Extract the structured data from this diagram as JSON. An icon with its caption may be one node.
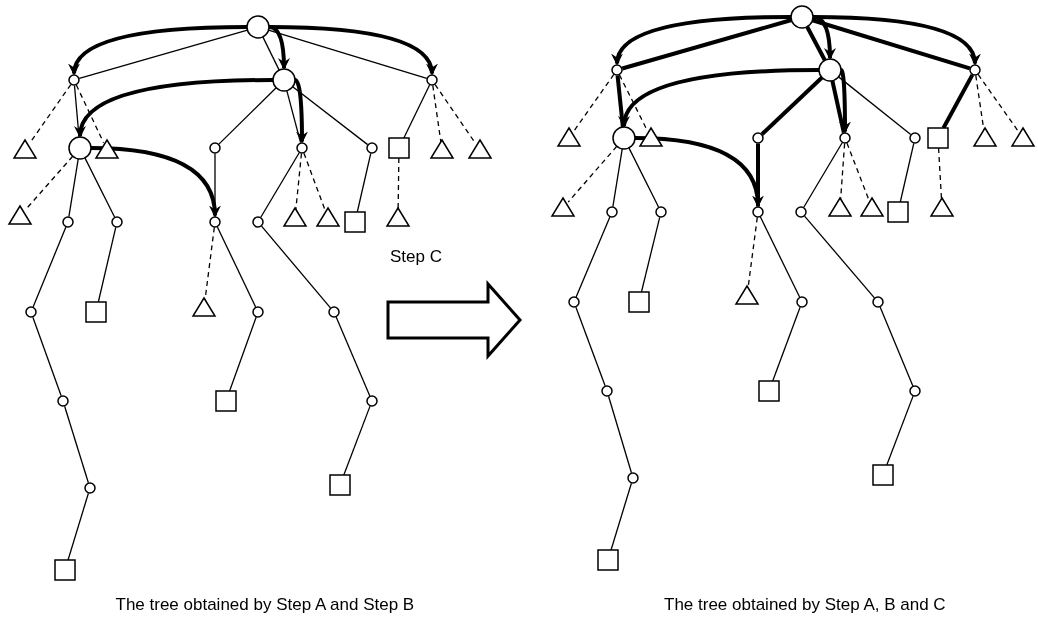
{
  "diagram": {
    "nodes": [
      {
        "text": [],
        "shape": "circle"
      },
      {
        "text": [],
        "shape": "circle"
      },
      {
        "text": [],
        "shape": "circle"
      },
      {
        "text": [],
        "shape": "circle"
      },
      {
        "text": [],
        "shape": "triangle"
      },
      {
        "text": [],
        "shape": "circle"
      },
      {
        "text": [],
        "shape": "triangle"
      },
      {
        "text": [],
        "shape": "circle"
      },
      {
        "text": [],
        "shape": "circle"
      },
      {
        "text": [],
        "shape": "circle"
      },
      {
        "text": [],
        "shape": "square"
      },
      {
        "text": [],
        "shape": "triangle"
      },
      {
        "text": [],
        "shape": "triangle"
      },
      {
        "text": [],
        "shape": "triangle"
      },
      {
        "text": [],
        "shape": "circle"
      },
      {
        "text": [],
        "shape": "circle"
      },
      {
        "text": [],
        "shape": "circle"
      },
      {
        "text": [],
        "shape": "circle"
      },
      {
        "text": [],
        "shape": "triangle"
      },
      {
        "text": [],
        "shape": "triangle"
      },
      {
        "text": [],
        "shape": "square"
      },
      {
        "text": [],
        "shape": "triangle"
      },
      {
        "text": [],
        "shape": "circle"
      },
      {
        "text": [],
        "shape": "square"
      },
      {
        "text": [],
        "shape": "triangle"
      },
      {
        "text": [],
        "shape": "circle"
      },
      {
        "text": [],
        "shape": "circle"
      },
      {
        "text": [],
        "shape": "circle"
      },
      {
        "text": [],
        "shape": "square"
      },
      {
        "text": [],
        "shape": "circle"
      },
      {
        "text": [],
        "shape": "circle"
      },
      {
        "text": [],
        "shape": "square"
      },
      {
        "text": [],
        "shape": "square"
      },
      {
        "text": [],
        "shape": "circle"
      },
      {
        "text": [],
        "shape": "circle"
      },
      {
        "text": [],
        "shape": "circle"
      },
      {
        "text": [],
        "shape": "circle"
      },
      {
        "text": [],
        "shape": "triangle"
      },
      {
        "text": [],
        "shape": "circle"
      },
      {
        "text": [],
        "shape": "triangle"
      },
      {
        "text": [],
        "shape": "circle"
      },
      {
        "text": [],
        "shape": "circle"
      },
      {
        "text": [],
        "shape": "circle"
      },
      {
        "text": [],
        "shape": "square"
      },
      {
        "text": [],
        "shape": "triangle"
      },
      {
        "text": [],
        "shape": "triangle"
      },
      {
        "text": [],
        "shape": "triangle"
      },
      {
        "text": [],
        "shape": "circle"
      },
      {
        "text": [],
        "shape": "circle"
      },
      {
        "text": [],
        "shape": "circle"
      },
      {
        "text": [],
        "shape": "circle"
      },
      {
        "text": [],
        "shape": "triangle"
      },
      {
        "text": [],
        "shape": "triangle"
      },
      {
        "text": [],
        "shape": "square"
      },
      {
        "text": [],
        "shape": "triangle"
      },
      {
        "text": [],
        "shape": "circle"
      },
      {
        "text": [],
        "shape": "square"
      },
      {
        "text": [],
        "shape": "triangle"
      },
      {
        "text": [],
        "shape": "circle"
      },
      {
        "text": [],
        "shape": "circle"
      },
      {
        "text": [],
        "shape": "circle"
      },
      {
        "text": [],
        "shape": "square"
      },
      {
        "text": [],
        "shape": "circle"
      },
      {
        "text": [],
        "shape": "circle"
      },
      {
        "text": [],
        "shape": "square"
      },
      {
        "text": [],
        "shape": "square"
      }
    ],
    "edges": [
      {
        "from": 0,
        "to": 1,
        "arrow": "none"
      },
      {
        "from": 0,
        "to": 2,
        "arrow": "none"
      },
      {
        "from": 0,
        "to": 3,
        "arrow": "none"
      },
      {
        "from": 1,
        "to": 4,
        "arrow": "none",
        "style": "dashed"
      },
      {
        "from": 1,
        "to": 5,
        "arrow": "none"
      },
      {
        "from": 1,
        "to": 6,
        "arrow": "none",
        "style": "dashed"
      },
      {
        "from": 2,
        "to": 7,
        "arrow": "none"
      },
      {
        "from": 2,
        "to": 8,
        "arrow": "none"
      },
      {
        "from": 2,
        "to": 9,
        "arrow": "none"
      },
      {
        "from": 3,
        "to": 10,
        "arrow": "none"
      },
      {
        "from": 3,
        "to": 11,
        "arrow": "none",
        "style": "dashed"
      },
      {
        "from": 3,
        "to": 12,
        "arrow": "none",
        "style": "dashed"
      },
      {
        "from": 5,
        "to": 13,
        "arrow": "none",
        "style": "dashed"
      },
      {
        "from": 5,
        "to": 14,
        "arrow": "none"
      },
      {
        "from": 5,
        "to": 15,
        "arrow": "none"
      },
      {
        "from": 7,
        "to": 16,
        "arrow": "none"
      },
      {
        "from": 8,
        "to": 17,
        "arrow": "none"
      },
      {
        "from": 8,
        "to": 18,
        "arrow": "none",
        "style": "dashed"
      },
      {
        "from": 8,
        "to": 19,
        "arrow": "none",
        "style": "dashed"
      },
      {
        "from": 9,
        "to": 20,
        "arrow": "none"
      },
      {
        "from": 10,
        "to": 21,
        "arrow": "none",
        "style": "dashed"
      },
      {
        "from": 14,
        "to": 22,
        "arrow": "none"
      },
      {
        "from": 15,
        "to": 23,
        "arrow": "none"
      },
      {
        "from": 16,
        "to": 24,
        "arrow": "none",
        "style": "dashed"
      },
      {
        "from": 16,
        "to": 25,
        "arrow": "none"
      },
      {
        "from": 17,
        "to": 26,
        "arrow": "none"
      },
      {
        "from": 22,
        "to": 27,
        "arrow": "none"
      },
      {
        "from": 25,
        "to": 28,
        "arrow": "none"
      },
      {
        "from": 26,
        "to": 29,
        "arrow": "none"
      },
      {
        "from": 27,
        "to": 30,
        "arrow": "none"
      },
      {
        "from": 29,
        "to": 31,
        "arrow": "none"
      },
      {
        "from": 30,
        "to": 32,
        "arrow": "none"
      },
      {
        "from": 0,
        "to": 1,
        "arrow": "to",
        "style": "thick"
      },
      {
        "from": 0,
        "to": 2,
        "arrow": "to",
        "style": "thick"
      },
      {
        "from": 0,
        "to": 3,
        "arrow": "to",
        "style": "thick"
      },
      {
        "from": 2,
        "to": 5,
        "arrow": "to",
        "style": "thick"
      },
      {
        "from": 2,
        "to": 8,
        "arrow": "to",
        "style": "thick"
      },
      {
        "from": 5,
        "to": 16,
        "arrow": "to",
        "style": "thick"
      },
      {
        "from": 33,
        "to": 34,
        "arrow": "none",
        "style": "thick"
      },
      {
        "from": 33,
        "to": 35,
        "arrow": "none",
        "style": "thick"
      },
      {
        "from": 33,
        "to": 36,
        "arrow": "none",
        "style": "thick"
      },
      {
        "from": 34,
        "to": 37,
        "arrow": "none",
        "style": "dashed"
      },
      {
        "from": 34,
        "to": 38,
        "arrow": "none",
        "style": "thick"
      },
      {
        "from": 34,
        "to": 39,
        "arrow": "none",
        "style": "dashed"
      },
      {
        "from": 35,
        "to": 40,
        "arrow": "none",
        "style": "thick"
      },
      {
        "from": 35,
        "to": 41,
        "arrow": "none",
        "style": "thick"
      },
      {
        "from": 35,
        "to": 42,
        "arrow": "none"
      },
      {
        "from": 36,
        "to": 43,
        "arrow": "none",
        "style": "thick"
      },
      {
        "from": 36,
        "to": 44,
        "arrow": "none",
        "style": "dashed"
      },
      {
        "from": 36,
        "to": 45,
        "arrow": "none",
        "style": "dashed"
      },
      {
        "from": 38,
        "to": 46,
        "arrow": "none",
        "style": "dashed"
      },
      {
        "from": 38,
        "to": 47,
        "arrow": "none"
      },
      {
        "from": 38,
        "to": 48,
        "arrow": "none"
      },
      {
        "from": 40,
        "to": 49,
        "arrow": "none",
        "style": "thick"
      },
      {
        "from": 41,
        "to": 50,
        "arrow": "none"
      },
      {
        "from": 41,
        "to": 51,
        "arrow": "none",
        "style": "dashed"
      },
      {
        "from": 41,
        "to": 52,
        "arrow": "none",
        "style": "dashed"
      },
      {
        "from": 42,
        "to": 53,
        "arrow": "none"
      },
      {
        "from": 43,
        "to": 54,
        "arrow": "none",
        "style": "dashed"
      },
      {
        "from": 47,
        "to": 55,
        "arrow": "none"
      },
      {
        "from": 48,
        "to": 56,
        "arrow": "none"
      },
      {
        "from": 49,
        "to": 57,
        "arrow": "none",
        "style": "dashed"
      },
      {
        "from": 49,
        "to": 58,
        "arrow": "none"
      },
      {
        "from": 50,
        "to": 59,
        "arrow": "none"
      },
      {
        "from": 55,
        "to": 60,
        "arrow": "none"
      },
      {
        "from": 58,
        "to": 61,
        "arrow": "none"
      },
      {
        "from": 59,
        "to": 62,
        "arrow": "none"
      },
      {
        "from": 60,
        "to": 63,
        "arrow": "none"
      },
      {
        "from": 62,
        "to": 64,
        "arrow": "none"
      },
      {
        "from": 63,
        "to": 65,
        "arrow": "none"
      },
      {
        "from": 33,
        "to": 34,
        "arrow": "to",
        "style": "thick"
      },
      {
        "from": 33,
        "to": 35,
        "arrow": "to",
        "style": "thick"
      },
      {
        "from": 33,
        "to": 36,
        "arrow": "to",
        "style": "thick"
      },
      {
        "from": 35,
        "to": 38,
        "arrow": "to",
        "style": "thick"
      },
      {
        "from": 35,
        "to": 41,
        "arrow": "to",
        "style": "thick"
      },
      {
        "from": 38,
        "to": 49,
        "arrow": "to",
        "style": "thick"
      }
    ],
    "labels": [
      "Step C",
      "The tree obtained by Step A and Step B",
      "The tree obtained by Step A, B and C"
    ]
  }
}
